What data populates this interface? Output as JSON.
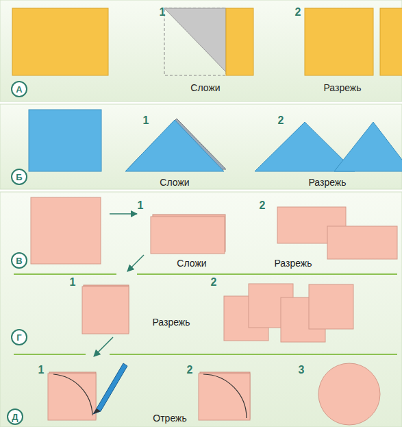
{
  "diagram": {
    "nodes": [
      {
        "text": [
          "А"
        ]
      },
      {
        "text": [
          "Б"
        ]
      },
      {
        "text": [
          "В"
        ]
      },
      {
        "text": [
          "Г"
        ]
      },
      {
        "text": [
          "Д"
        ]
      }
    ],
    "labels": [
      "1",
      "Сложи",
      "2",
      "Разрежь",
      "1",
      "Сложи",
      "2",
      "Разрежь",
      "1",
      "Сложи",
      "2",
      "Разрежь",
      "1",
      "Разрежь",
      "2",
      "1",
      "2",
      "3",
      "Отрежь"
    ]
  }
}
